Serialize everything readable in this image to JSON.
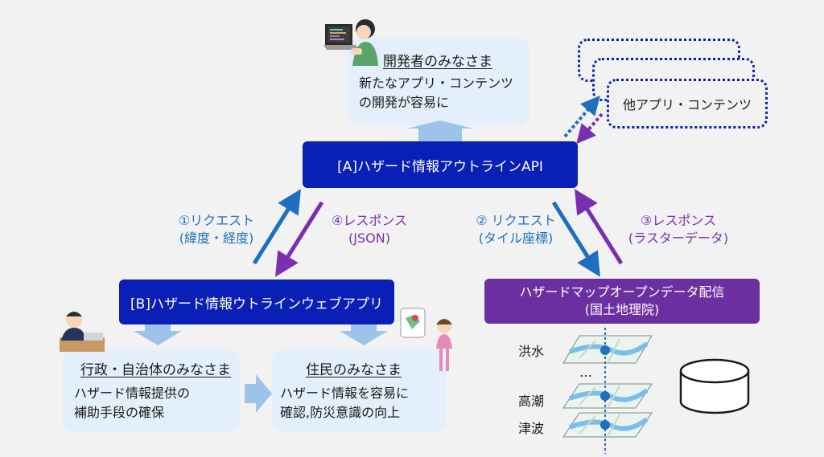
{
  "developers": {
    "title": "開発者のみなさま",
    "line1": "新たなアプリ・コンテンツ",
    "line2": "の開発が容易に"
  },
  "other_apps": {
    "label": "他アプリ・コンテンツ"
  },
  "api_box": {
    "label": "[A]ハザード情報アウトラインAPI"
  },
  "webapp_box": {
    "label": "[B]ハザード情報ウトラインウェブアプリ"
  },
  "hazardmap_box": {
    "line1": "ハザードマップオープンデータ配信",
    "line2": "(国土地理院)"
  },
  "step1": {
    "line1": "①リクエスト",
    "line2": "(緯度・経度)"
  },
  "step4": {
    "line1": "④レスポンス",
    "line2": "(JSON)"
  },
  "step2": {
    "line1": "② リクエスト",
    "line2": "(タイル座標)"
  },
  "step3": {
    "line1": "③レスポンス",
    "line2": "(ラスターデータ)"
  },
  "government": {
    "title": "行政・自治体のみなさま",
    "line1": "ハザード情報提供の",
    "line2": "補助手段の確保"
  },
  "residents": {
    "title": "住民のみなさま",
    "line1": "ハザード情報を容易に",
    "line2": "確認,防災意識の向上"
  },
  "layers": {
    "flood": "洪水",
    "ellipsis": "…",
    "storm_surge": "高潮",
    "tsunami": "津波"
  },
  "colors": {
    "navy": "#0a1fb5",
    "purple": "#6c2fa0",
    "blue_arrow": "#1e6fc0",
    "light_box": "#e3effa",
    "light_arrow": "#9dc3ea"
  }
}
